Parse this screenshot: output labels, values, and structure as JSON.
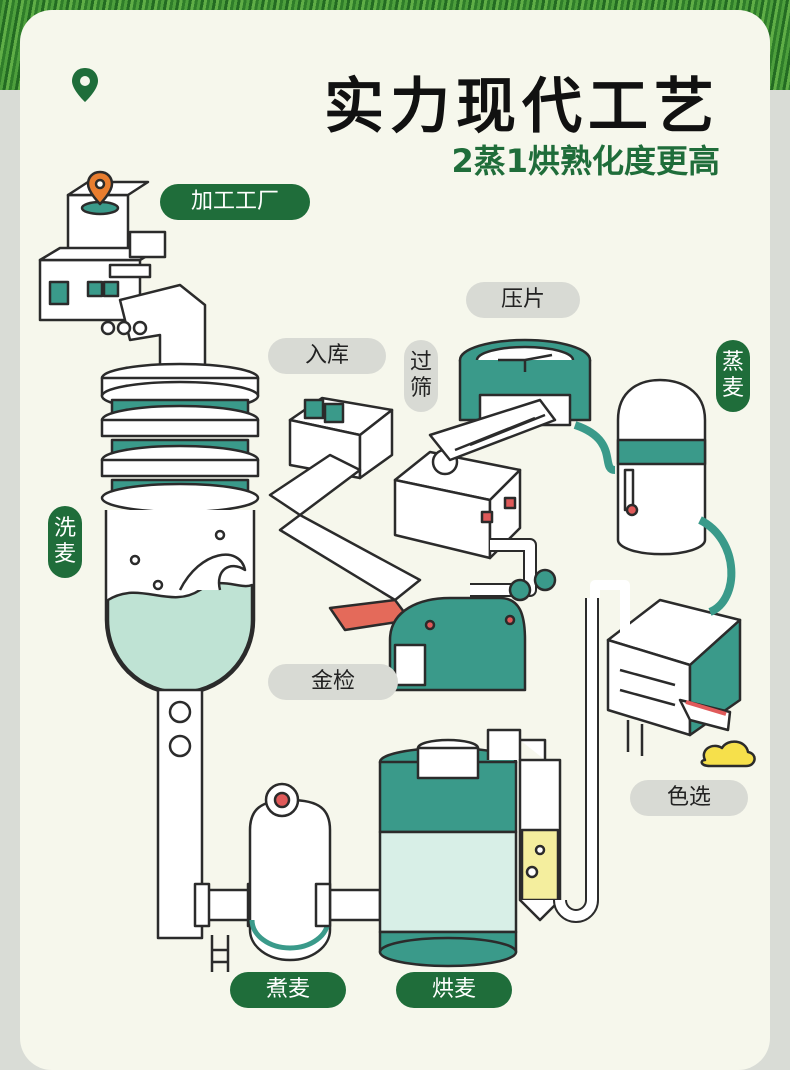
{
  "header": {
    "title": "实力现代工艺",
    "subtitle": "2蒸1烘熟化度更高"
  },
  "labels": {
    "factory": "加工工厂",
    "press": "压片",
    "storage": "入库",
    "sieve": [
      "过",
      "筛"
    ],
    "steam": [
      "蒸",
      "麦"
    ],
    "wash": [
      "洗",
      "麦"
    ],
    "metal_check": "金检",
    "color_sort": "色选",
    "boil": "煮麦",
    "bake": "烘麦"
  },
  "colors": {
    "accent_green": "#1f6d3a",
    "teal": "#3a9a8a",
    "outline": "#2b2b2b",
    "card_bg": "#f6f7ec"
  },
  "icons": [
    "location-pin-icon",
    "map-pin-icon",
    "cloud-icon"
  ]
}
